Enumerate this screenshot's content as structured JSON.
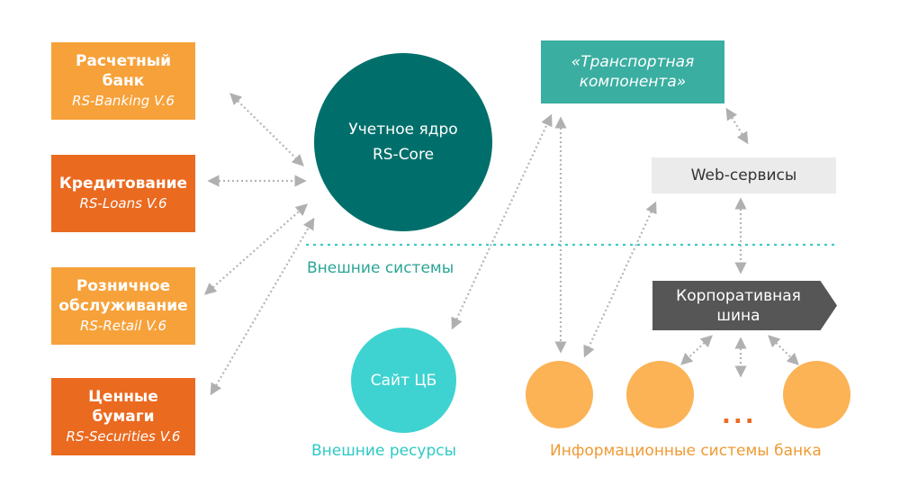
{
  "modules": [
    {
      "title": "Расчетный банк",
      "subtitle": "RS-Banking V.6"
    },
    {
      "title": "Кредитование",
      "subtitle": "RS-Loans V.6"
    },
    {
      "title": "Розничное обслуживание",
      "subtitle": "RS-Retail V.6"
    },
    {
      "title": "Ценные бумаги",
      "subtitle": "RS-Securities V.6"
    }
  ],
  "core": {
    "line1": "Учетное ядро",
    "line2": "RS-Core"
  },
  "transport": {
    "label": "«Транспортная компонента»"
  },
  "web_services": {
    "label": "Web-сервисы"
  },
  "corporate_bus": {
    "label": "Корпоративная шина"
  },
  "cb_site": {
    "label": "Сайт ЦБ"
  },
  "zones": {
    "external_systems": "Внешние системы",
    "external_resources": "Внешние ресурсы",
    "bank_systems": "Информационные системы банка"
  },
  "ellipsis": "...",
  "colors": {
    "orange_light": "#f7a13a",
    "orange_dark": "#ea6a20",
    "core_teal": "#006f6b",
    "transport_teal": "#3aaea1",
    "cyan": "#3ed3d1",
    "bus_gray": "#565656",
    "web_gray": "#ebebeb",
    "arrow_gray": "#b5b5b5"
  }
}
